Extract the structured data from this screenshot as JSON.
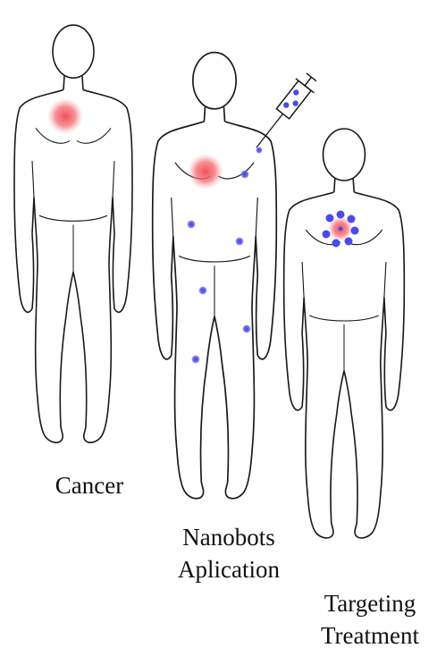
{
  "captions": {
    "cancer": "Cancer",
    "application_line1": "Nanobots",
    "application_line2": "Aplication",
    "targeting_line1": "Targeting",
    "targeting_line2": "Treatment"
  },
  "colors": {
    "tumor": "#f0505a",
    "nanobot": "#4b4be6",
    "outline": "#1a1a1a",
    "background": "#ffffff"
  },
  "figures": [
    {
      "name": "cancer-figure",
      "tumor": true,
      "nanobot_count": 0
    },
    {
      "name": "nanobots-application-figure",
      "tumor": true,
      "nanobot_count": 7,
      "syringe": true
    },
    {
      "name": "targeting-treatment-figure",
      "tumor": true,
      "nanobot_count": 8
    }
  ]
}
